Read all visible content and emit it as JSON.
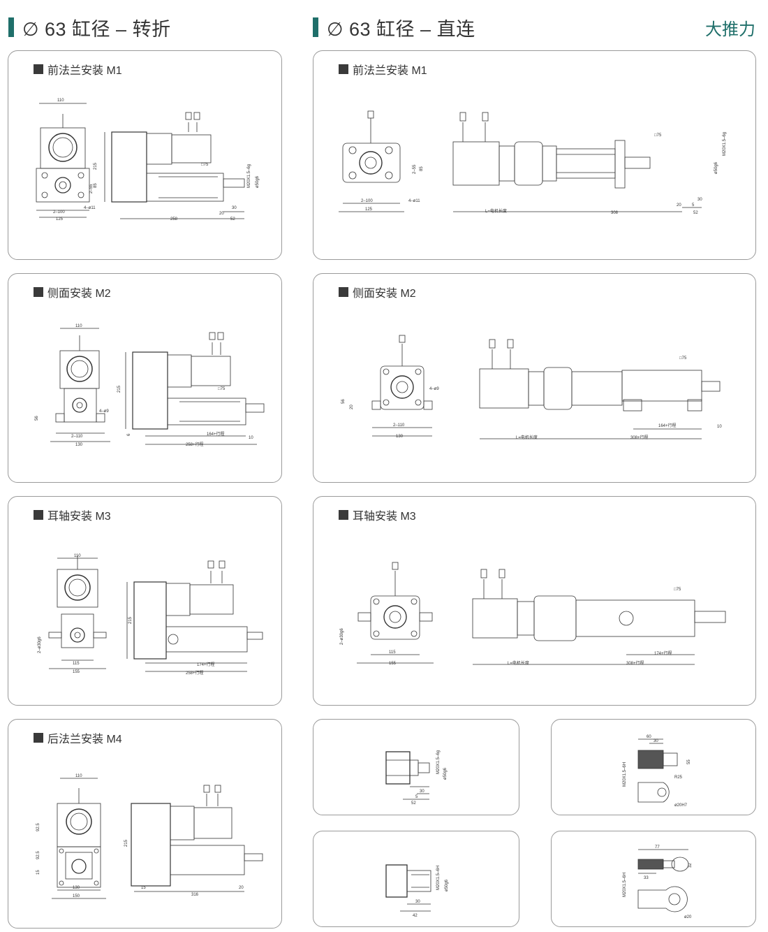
{
  "left_heading": "∅ 63 缸径 – 转折",
  "right_heading": "∅ 63 缸径 – 直连",
  "tag": "大推力",
  "left_cards": [
    {
      "title": "前法兰安装 M1",
      "labels": {
        "w110": "110",
        "h215": "215",
        "d2_55": "2–55",
        "d85": "85",
        "d2_100": "2–100",
        "d125": "125",
        "hole": "4–ø11",
        "len": "258",
        "sq": "□75",
        "thread": "M20X1.5–6g",
        "rod": "ø50g6",
        "a20": "20",
        "a30": "30",
        "a52": "52"
      }
    },
    {
      "title": "侧面安装 M2",
      "labels": {
        "w110": "110",
        "h215": "215",
        "d56": "56",
        "d2_110": "2–110",
        "d130": "130",
        "hole": "4–ø9",
        "stroke": "164+行程",
        "len": "258+行程",
        "sq": "□75",
        "a10": "10",
        "a6": "6"
      }
    },
    {
      "title": "耳轴安装 M3",
      "labels": {
        "w110": "110",
        "h215": "215",
        "trun": "2–ø30g6",
        "d115": "115",
        "d155": "155",
        "stroke": "174+行程",
        "len": "258+行程"
      }
    },
    {
      "title": "后法兰安装 M4",
      "labels": {
        "w110": "110",
        "h215": "215",
        "d92a": "92.5",
        "d92b": "92.5",
        "d15": "15",
        "d130": "130",
        "d150": "150",
        "len": "316",
        "a15": "15",
        "a20": "20"
      }
    }
  ],
  "right_cards": [
    {
      "title": "前法兰安装 M1",
      "labels": {
        "d2_55": "2–55",
        "d85": "85",
        "d2_100": "2–100",
        "d125": "125",
        "hole": "4–ø11",
        "motor": "L=电机长度",
        "len": "308",
        "sq": "□75",
        "thread": "M20X1.5–6g",
        "rod": "ø50g6",
        "a20": "20",
        "a30": "30",
        "a52": "52",
        "a5": "5"
      }
    },
    {
      "title": "侧面安装 M2",
      "labels": {
        "d56": "56",
        "d20": "20",
        "d2_110": "2–110",
        "d130": "130",
        "hole": "4–ø9",
        "motor": "L=电机长度",
        "stroke": "164+行程",
        "len": "308+行程",
        "sq": "□75",
        "a10": "10"
      }
    },
    {
      "title": "耳轴安装 M3",
      "labels": {
        "trun": "2–ø30g6",
        "d115": "115",
        "d155": "155",
        "motor": "L=电机长度",
        "stroke": "174+行程",
        "len": "308+行程",
        "sq": "□75"
      }
    }
  ],
  "details": [
    {
      "labels": {
        "thread": "M20X1.5–6g",
        "rod": "ø50g6",
        "a30": "30",
        "a5": "5",
        "a52": "52"
      }
    },
    {
      "labels": {
        "a60": "60",
        "a30": "30",
        "a55": "55",
        "thread": "M20X1.5–6H",
        "r25": "R25",
        "pin": "ø20H7"
      }
    },
    {
      "labels": {
        "thread": "M20X1.5–6H",
        "rod": "ø50g6",
        "a30": "30",
        "a42": "42"
      }
    },
    {
      "labels": {
        "a77": "77",
        "a33": "33",
        "thread": "M20X1.5–6H",
        "a32": "32",
        "pin": "ø20"
      }
    }
  ]
}
